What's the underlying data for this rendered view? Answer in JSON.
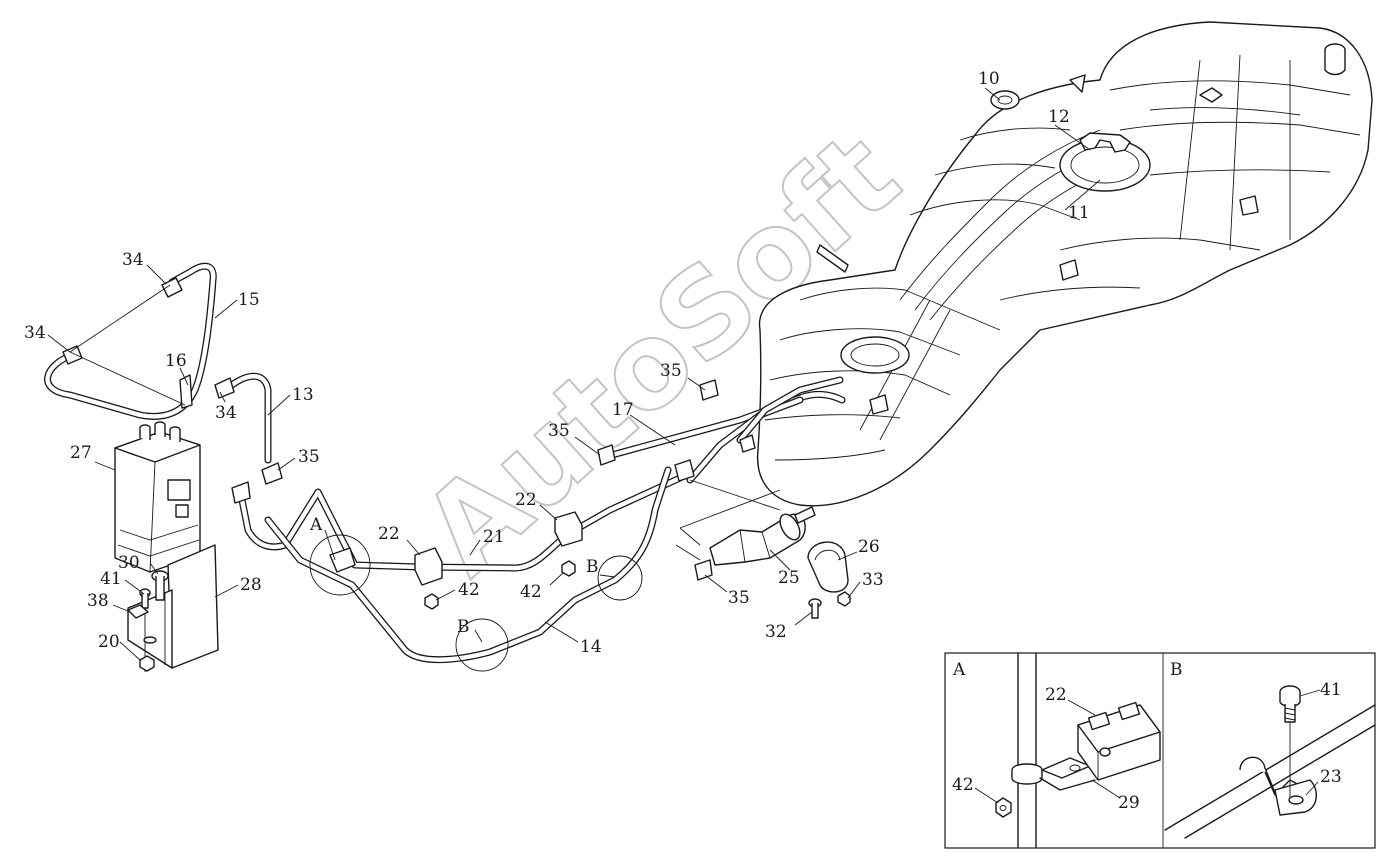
{
  "watermark": "AutoSoft",
  "callouts": [
    "34",
    "15",
    "34",
    "16",
    "13",
    "34",
    "35",
    "27",
    "30",
    "41",
    "38",
    "20",
    "28",
    "10",
    "12",
    "11",
    "35",
    "17",
    "35",
    "22",
    "21",
    "22",
    "42",
    "42",
    "A",
    "B",
    "B",
    "14",
    "25",
    "26",
    "33",
    "32",
    "35"
  ],
  "detail_views": [
    {
      "letter": "A",
      "labels": [
        "22",
        "42",
        "29"
      ]
    },
    {
      "letter": "B",
      "labels": [
        "41",
        "23"
      ]
    }
  ]
}
